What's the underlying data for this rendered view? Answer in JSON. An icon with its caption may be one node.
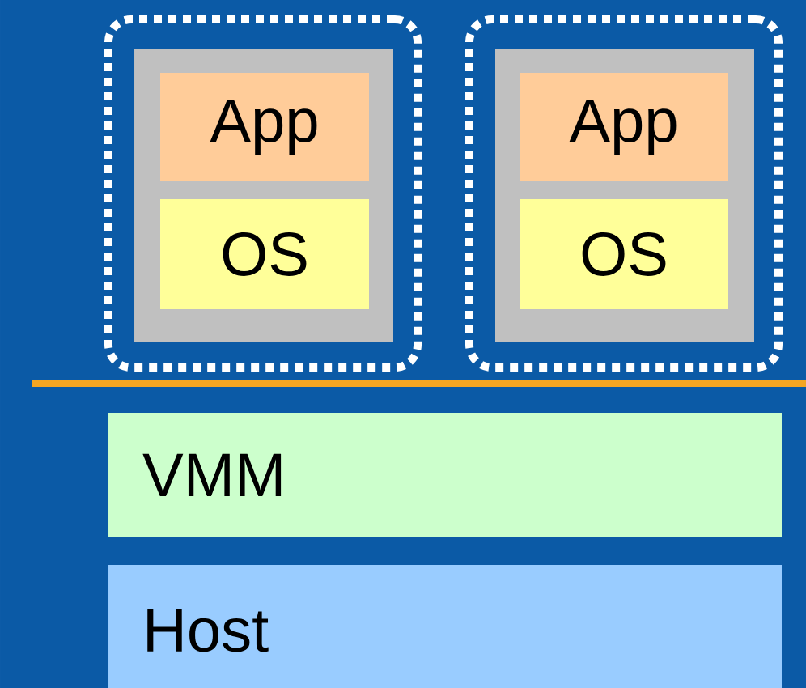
{
  "diagram": {
    "nodes": [
      {
        "text": [],
        "shape": "box"
      },
      {
        "text": [],
        "shape": "box",
        "in": 0
      },
      {
        "text": [
          "App"
        ],
        "in": 1
      },
      {
        "text": [
          "OS"
        ],
        "in": 1
      },
      {
        "text": [],
        "shape": "box"
      },
      {
        "text": [],
        "shape": "box",
        "in": 4
      },
      {
        "text": [
          "App"
        ],
        "in": 5
      },
      {
        "text": [
          "OS"
        ],
        "in": 5
      },
      {
        "text": [
          "VMM"
        ]
      },
      {
        "text": [
          "Host"
        ]
      }
    ]
  }
}
